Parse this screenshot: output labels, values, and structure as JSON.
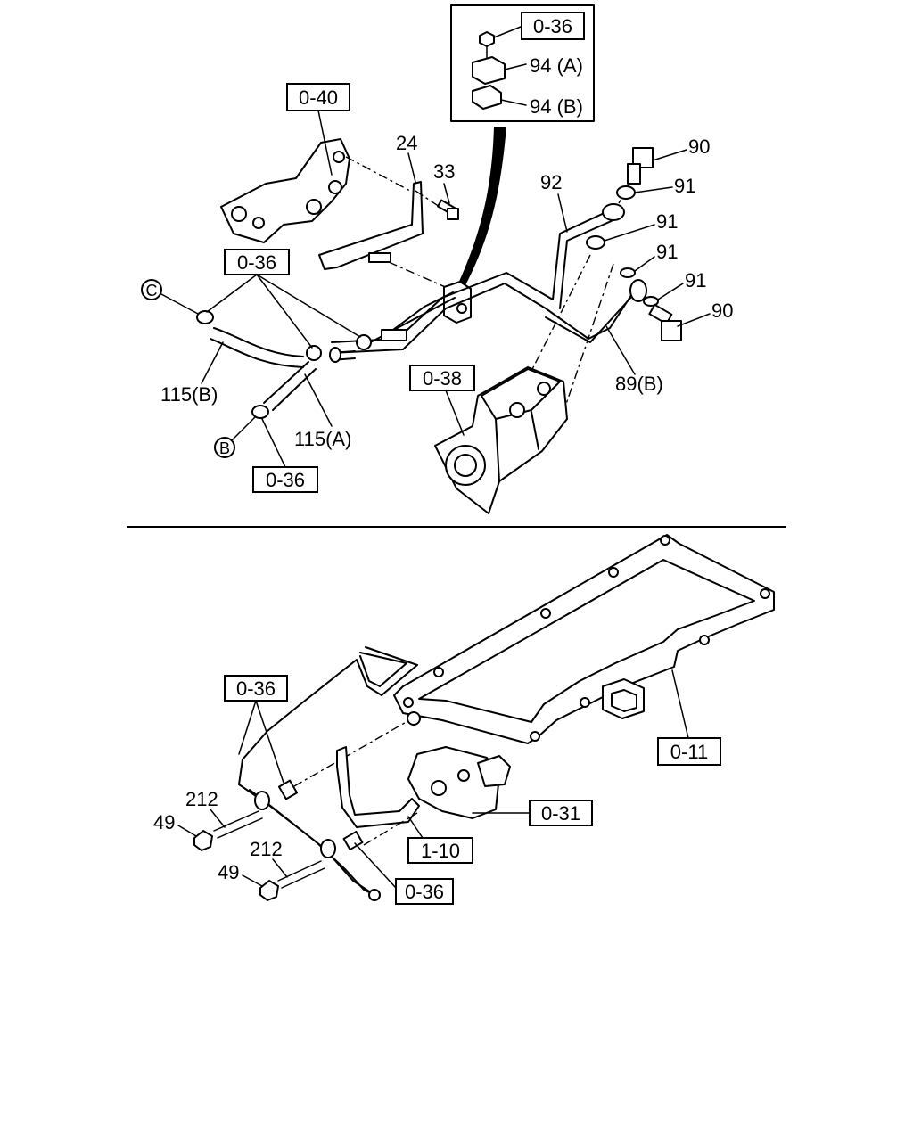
{
  "callouts": {
    "inset_ref": "0-36",
    "item_94a": "94 (A)",
    "item_94b": "94 (B)",
    "ref_0_40": "0-40",
    "item_24": "24",
    "item_33": "33",
    "item_92": "92",
    "item_90_top": "90",
    "item_91_a": "91",
    "item_91_b": "91",
    "item_91_c": "91",
    "item_91_d": "91",
    "item_90_bottom": "90",
    "ref_0_36_hose": "0-36",
    "marker_c": "C",
    "marker_b": "B",
    "item_115b": "115(B)",
    "item_115a": "115(A)",
    "ref_0_36_lower_hose": "0-36",
    "ref_0_38": "0-38",
    "item_89b": "89(B)",
    "ref_0_36_pipe": "0-36",
    "item_212_a": "212",
    "item_49_a": "49",
    "item_212_b": "212",
    "item_49_b": "49",
    "ref_0_11": "0-11",
    "ref_0_31": "0-31",
    "ref_1_10": "1-10",
    "ref_0_36_bottom": "0-36"
  }
}
